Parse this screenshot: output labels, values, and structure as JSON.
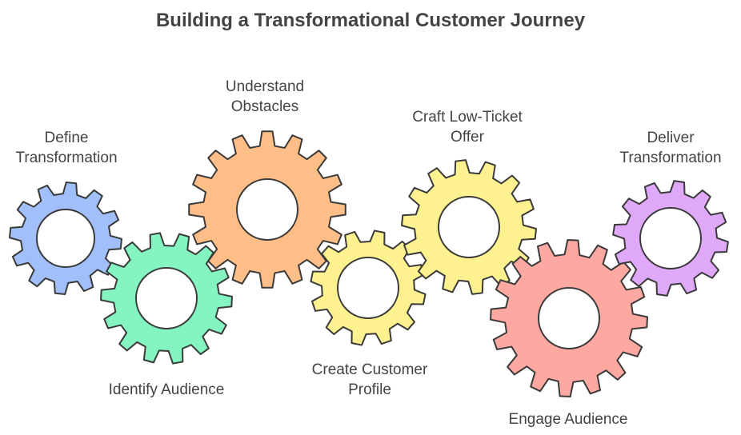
{
  "title": "Building a Transformational Customer Journey",
  "steps": [
    {
      "id": "define",
      "label_lines": [
        "Define",
        "Transformation"
      ],
      "color": "#a1bff8"
    },
    {
      "id": "identify",
      "label_lines": [
        "Identify Audience"
      ],
      "color": "#84f5c1"
    },
    {
      "id": "understand",
      "label_lines": [
        "Understand",
        "Obstacles"
      ],
      "color": "#ffbe88"
    },
    {
      "id": "create",
      "label_lines": [
        "Create Customer",
        "Profile"
      ],
      "color": "#fdf28f"
    },
    {
      "id": "craft",
      "label_lines": [
        "Craft Low-Ticket",
        "Offer"
      ],
      "color": "#fdf28f"
    },
    {
      "id": "engage",
      "label_lines": [
        "Engage Audience"
      ],
      "color": "#fea8a2"
    },
    {
      "id": "deliver",
      "label_lines": [
        "Deliver",
        "Transformation"
      ],
      "color": "#e0a8f8"
    }
  ]
}
